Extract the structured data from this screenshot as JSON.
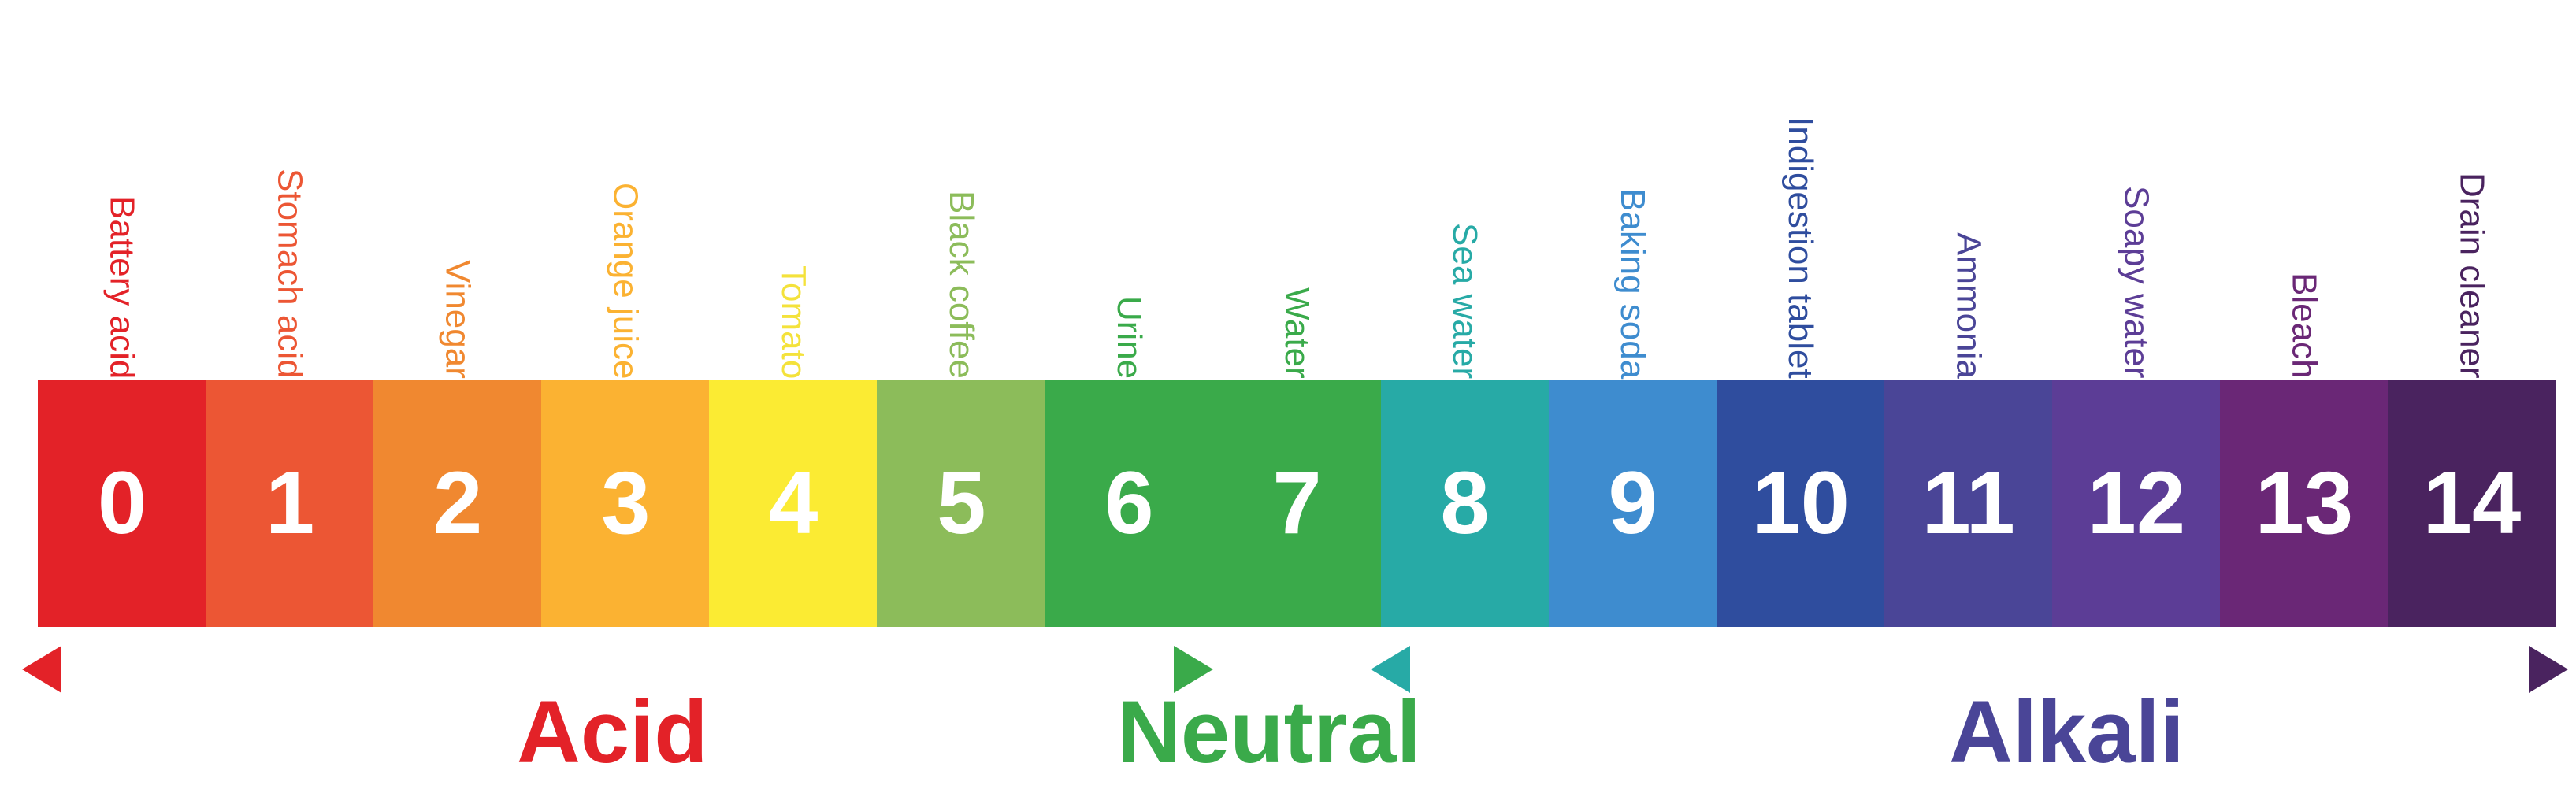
{
  "scale": [
    {
      "value": "0",
      "substance": "Battery acid",
      "color": "#e32228"
    },
    {
      "value": "1",
      "substance": "Stomach acid",
      "color": "#ec5634"
    },
    {
      "value": "2",
      "substance": "Vinegar",
      "color": "#f08830"
    },
    {
      "value": "3",
      "substance": "Orange juice",
      "color": "#fbb232"
    },
    {
      "value": "4",
      "substance": "Tomato",
      "color": "#fbeb33"
    },
    {
      "value": "5",
      "substance": "Black coffee",
      "color": "#8cbc5a"
    },
    {
      "value": "6",
      "substance": "Urine",
      "color": "#3aaa4a"
    },
    {
      "value": "7",
      "substance": "Water",
      "color": "#3aaa4a"
    },
    {
      "value": "8",
      "substance": "Sea water",
      "color": "#27aaa6"
    },
    {
      "value": "9",
      "substance": "Baking soda",
      "color": "#3e8ccf"
    },
    {
      "value": "10",
      "substance": "Indigestion tablet",
      "color": "#2f4d9e"
    },
    {
      "value": "11",
      "substance": "Ammonia",
      "color": "#4a4597"
    },
    {
      "value": "12",
      "substance": "Soapy water",
      "color": "#5c3d96"
    },
    {
      "value": "13",
      "substance": "Bleach",
      "color": "#6a2776"
    },
    {
      "value": "14",
      "substance": "Drain cleaner",
      "color": "#4a235f"
    }
  ],
  "label_colors": {
    "0": "#e32228",
    "1": "#ec5634",
    "2": "#f08830",
    "3": "#fbb232",
    "4": "#f4e23b",
    "5": "#8cbc5a",
    "6": "#3aaa4a",
    "7": "#3aaa4a",
    "8": "#27aaa6",
    "9": "#3e8ccf",
    "10": "#2f4d9e",
    "11": "#4a4597",
    "12": "#5c3d96",
    "13": "#6a2776",
    "14": "#4a235f"
  },
  "regions": {
    "acid": {
      "label": "Acid",
      "color": "#e32228"
    },
    "neutral": {
      "label": "Neutral",
      "color": "#3aaa4a"
    },
    "alkali": {
      "label": "Alkali",
      "color": "#4a4597"
    }
  }
}
